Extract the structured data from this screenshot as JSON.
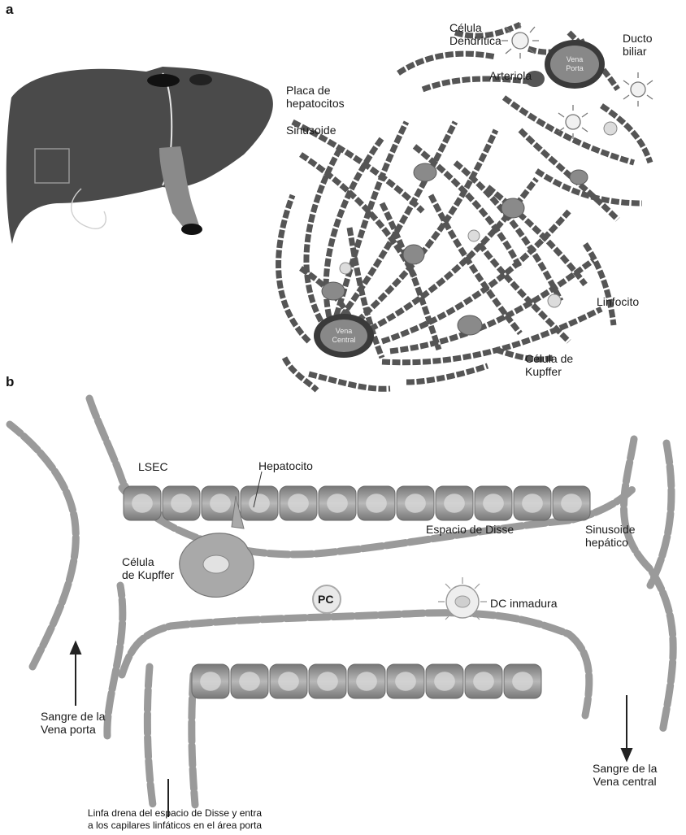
{
  "panel_a": {
    "letter": "a",
    "labels": {
      "dendritic": "Célula\nDendrítica",
      "bile_duct": "Ducto\nbiliar",
      "arteriole": "Arteriola",
      "plate": "Placa de\nhepatocitos",
      "sinusoid": "Sinusoide",
      "lymphocyte": "Linfocito",
      "kupffer": "Célula de\nKupffer",
      "portal_vein": "Vena\nPorta",
      "central_vein": "Vena\nCentral"
    }
  },
  "panel_b": {
    "letter": "b",
    "labels": {
      "lsec": "LSEC",
      "hepatocyte": "Hepatocito",
      "disse": "Espacio de Disse",
      "sinusoid": "Sinusoide\nhepático",
      "kupffer": "Célula\nde Kupffer",
      "pc": "PC",
      "dc": "DC inmadura",
      "portal_blood": "Sangre de la\nVena porta",
      "central_blood": "Sangre de la\nVena central",
      "lymph": "Linfa drena del espacio de Disse y entra\na los capilares linfáticos en el área porta"
    }
  },
  "colors": {
    "liver": "#4a4a4a",
    "cell": "#555555",
    "vessel": "#9a9a9a"
  }
}
